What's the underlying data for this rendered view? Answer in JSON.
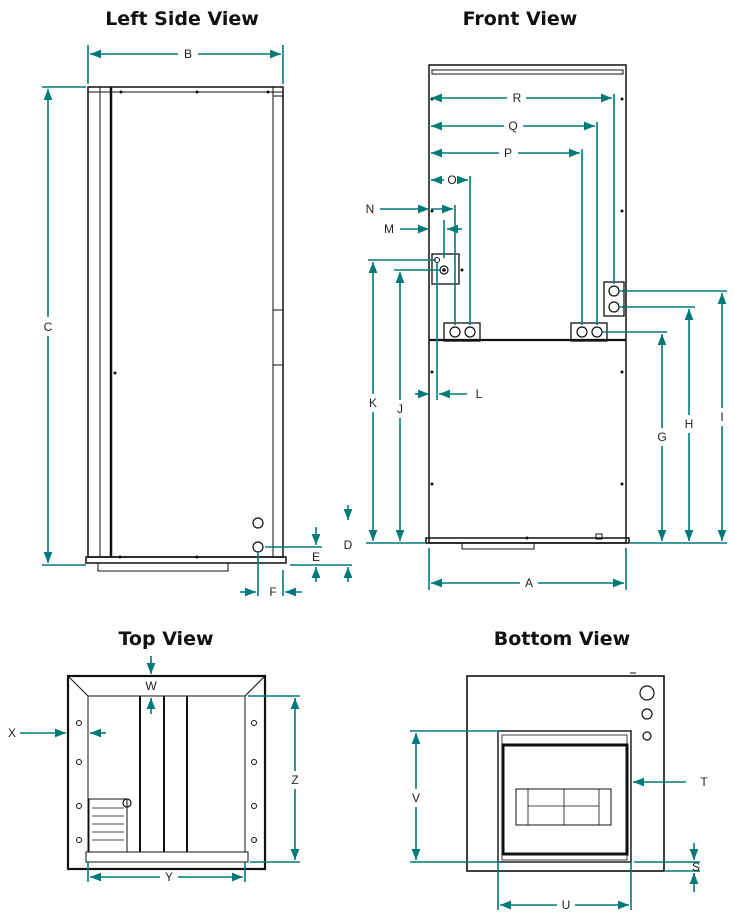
{
  "views": {
    "left_side": {
      "title": "Left Side View"
    },
    "front": {
      "title": "Front View"
    },
    "top": {
      "title": "Top View"
    },
    "bottom": {
      "title": "Bottom View"
    }
  },
  "dimensions": {
    "A": "A",
    "B": "B",
    "C": "C",
    "D": "D",
    "E": "E",
    "F": "F",
    "G": "G",
    "H": "H",
    "I": "I",
    "J": "J",
    "K": "K",
    "L": "L",
    "M": "M",
    "N": "N",
    "O": "O",
    "P": "P",
    "Q": "Q",
    "R": "R",
    "S": "S",
    "T": "T",
    "U": "U",
    "V": "V",
    "W": "W",
    "X": "X",
    "Y": "Y",
    "Z": "Z"
  },
  "colors": {
    "dimension_line": "#007a78",
    "outline": "#111111"
  }
}
